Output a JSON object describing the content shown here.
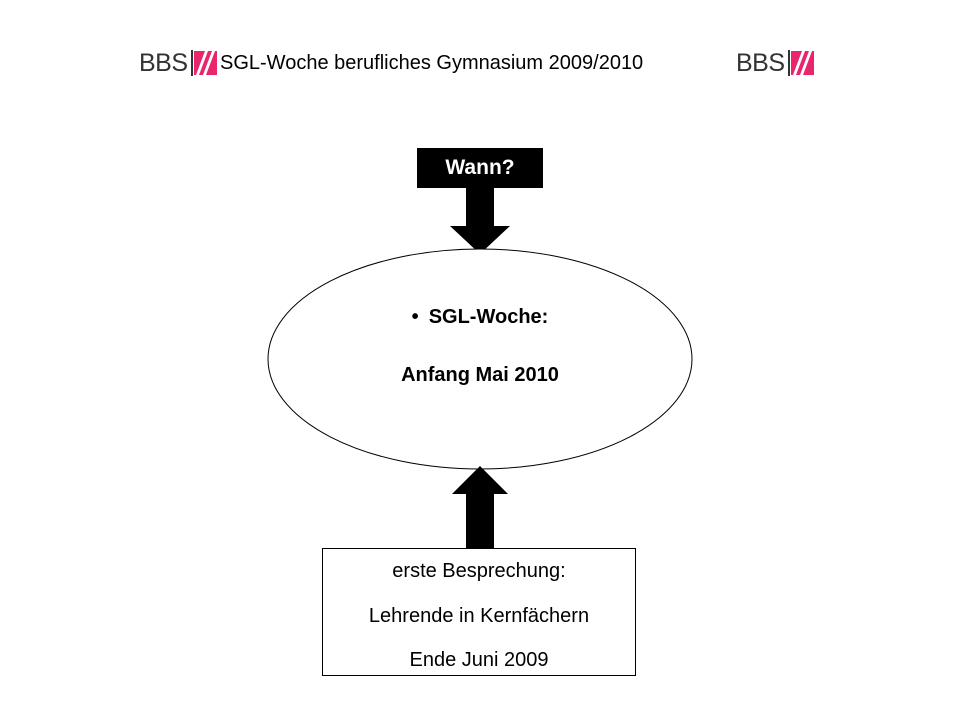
{
  "header": {
    "title": "SGL-Woche berufliches Gymnasium 2009/2010",
    "logo_text": "BBS",
    "logo_icon": "bbs-logo-icon",
    "accent_color": "#e8256d"
  },
  "diagram": {
    "question_label": "Wann?",
    "center": {
      "bullet_icon": "bullet-dot-icon",
      "heading": "SGL-Woche:",
      "date": "Anfang Mai 2010"
    },
    "meeting": {
      "line1": "erste Besprechung:",
      "line2": "Lehrende in Kernfächern",
      "line3": "Ende Juni 2009"
    }
  }
}
